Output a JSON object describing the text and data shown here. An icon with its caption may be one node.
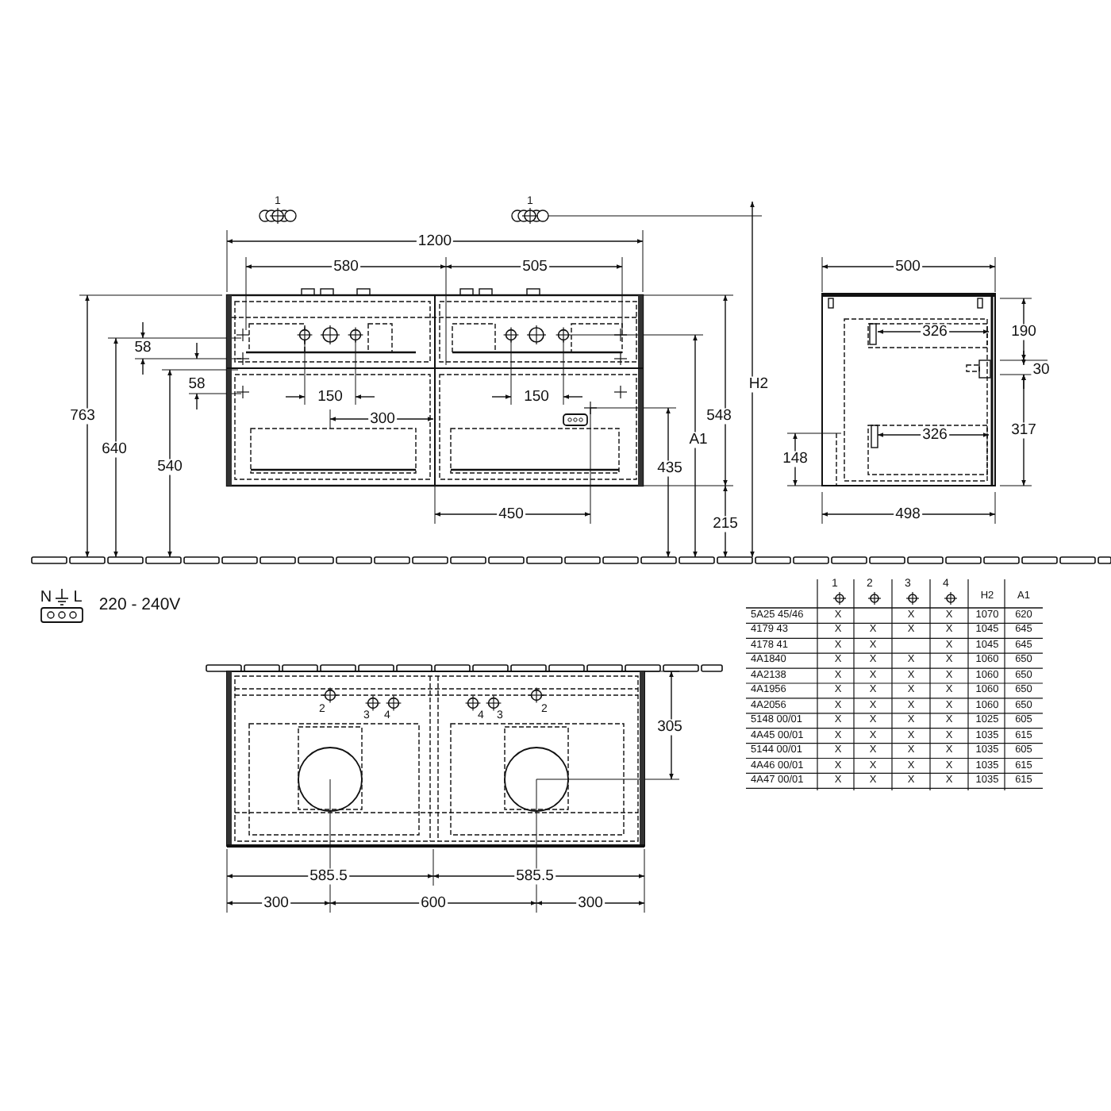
{
  "diagram": {
    "labels": [
      "1",
      "1",
      "1200",
      "580",
      "505",
      "500",
      "326",
      "190",
      "58",
      "30",
      "58",
      "150",
      "150",
      "H2",
      "763",
      "300",
      "548",
      "640",
      "A1",
      "326",
      "317",
      "540",
      "435",
      "148",
      "450",
      "215",
      "498",
      "N",
      "L",
      "220 - 240V",
      "1",
      "2",
      "3",
      "4",
      "H2",
      "A1",
      "5A25 45/46",
      "X",
      "X",
      "X",
      "1070",
      "620",
      "4179 43",
      "X",
      "X",
      "X",
      "X",
      "1045",
      "645",
      "4178 41",
      "X",
      "X",
      "X",
      "1045",
      "645",
      "4A1840",
      "X",
      "X",
      "X",
      "X",
      "1060",
      "650",
      "4A2138",
      "X",
      "X",
      "X",
      "X",
      "1060",
      "650",
      "4A1956",
      "X",
      "X",
      "X",
      "X",
      "1060",
      "650",
      "4A2056",
      "X",
      "X",
      "X",
      "X",
      "1060",
      "650",
      "5148 00/01",
      "X",
      "X",
      "X",
      "X",
      "1025",
      "605",
      "4A45 00/01",
      "X",
      "X",
      "X",
      "X",
      "1035",
      "615",
      "5144 00/01",
      "X",
      "X",
      "X",
      "X",
      "1035",
      "605",
      "4A46 00/01",
      "X",
      "X",
      "X",
      "X",
      "1035",
      "615",
      "4A47 00/01",
      "X",
      "X",
      "X",
      "X",
      "1035",
      "615",
      "2",
      "3",
      "4",
      "4",
      "3",
      "2",
      "305",
      "585.5",
      "585.5",
      "300",
      "600",
      "300"
    ]
  }
}
